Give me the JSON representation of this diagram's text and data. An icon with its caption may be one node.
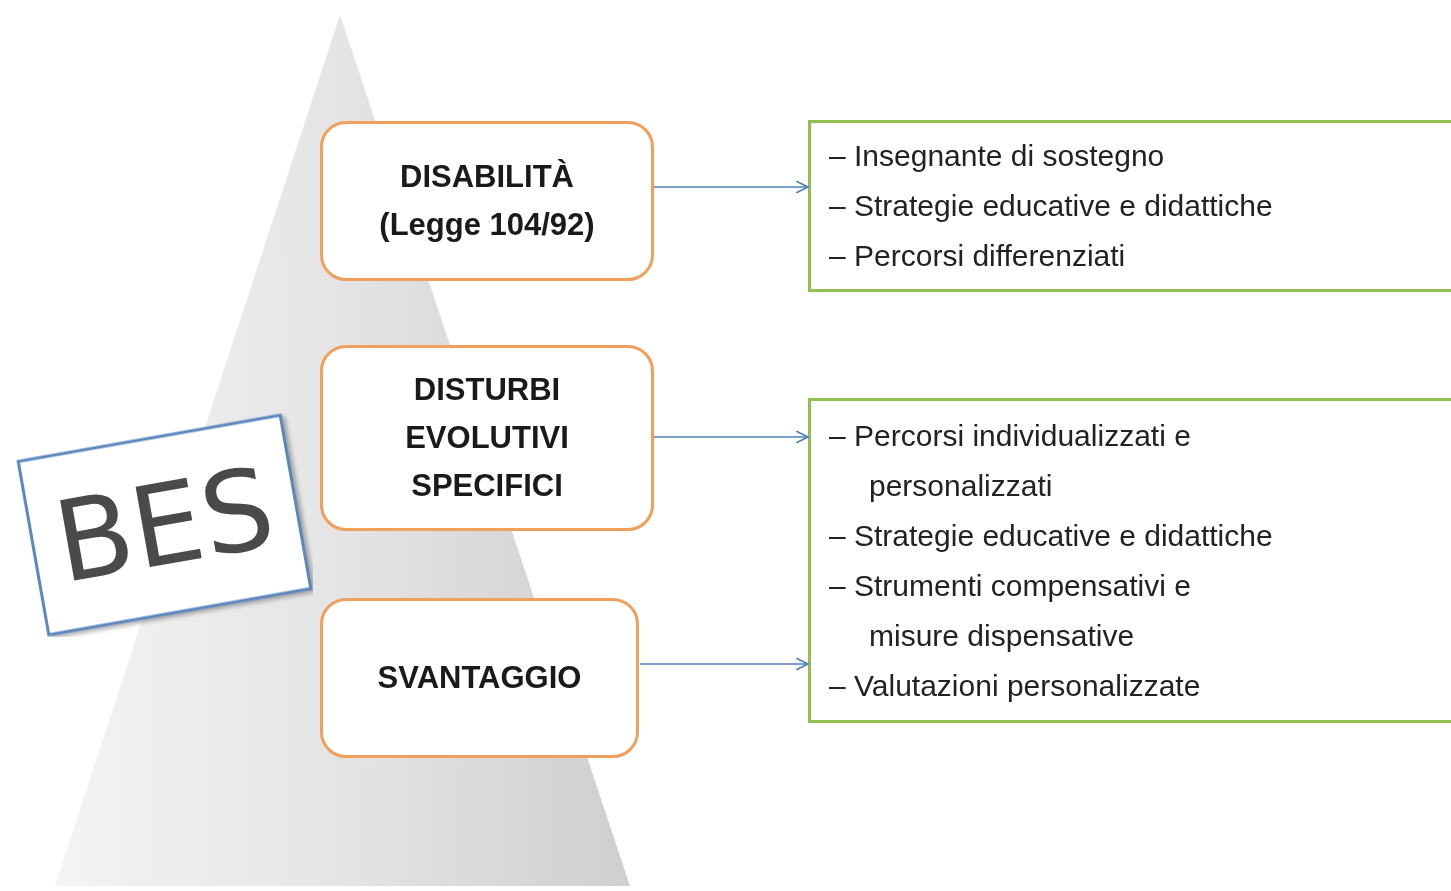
{
  "diagram": {
    "nodes": [
      {
        "text": [
          "BES"
        ]
      },
      {
        "text": [
          "DISABILITÀ (Legge 104/92)"
        ]
      },
      {
        "text": [
          "DISTURBI EVOLUTIVI SPECIFICI"
        ]
      },
      {
        "text": [
          "SVANTAGGIO"
        ]
      },
      {
        "text": [
          "– Insegnante di sostegno",
          "– Strategie educative e didattiche",
          "– Percorsi differenziati"
        ]
      },
      {
        "text": [
          "– Percorsi individualizzati e personalizzati",
          "– Strategie educative e didattiche",
          "– Strumenti compensativi e misure dispensative",
          "– Valutazioni personalizzate"
        ]
      }
    ],
    "edges": [
      {
        "from": 1,
        "to": 4,
        "arrow": "to"
      },
      {
        "from": 2,
        "to": 5,
        "arrow": "to"
      },
      {
        "from": 3,
        "to": 5,
        "arrow": "to"
      }
    ]
  }
}
